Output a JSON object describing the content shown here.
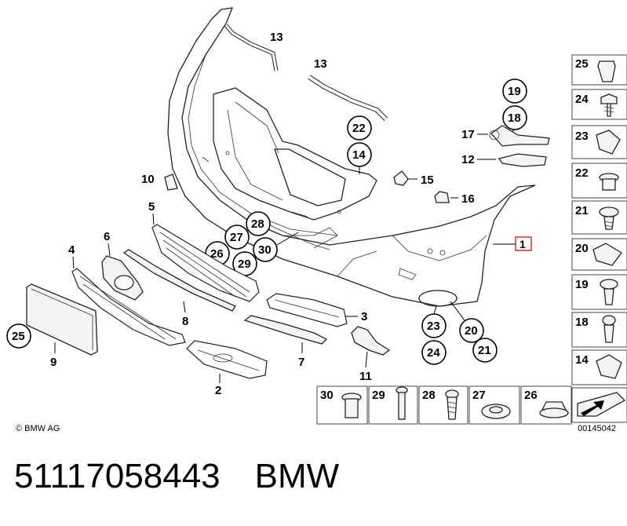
{
  "diagram": {
    "callouts": {
      "c1": "1",
      "c2": "2",
      "c3": "3",
      "c4": "4",
      "c5": "5",
      "c6": "6",
      "c7": "7",
      "c8": "8",
      "c9": "9",
      "c10": "10",
      "c11": "11",
      "c12": "12",
      "c13a": "13",
      "c13b": "13",
      "c14": "14",
      "c15": "15",
      "c16": "16",
      "c17": "17",
      "c18": "18",
      "c19": "19",
      "c20": "20",
      "c21": "21",
      "c22": "22",
      "c23": "23",
      "c24": "24",
      "c25": "25",
      "c26": "26",
      "c27": "27",
      "c28": "28",
      "c29": "29",
      "c30": "30"
    },
    "side_panel": [
      "25",
      "24",
      "23",
      "22",
      "21",
      "20",
      "19",
      "18",
      "14"
    ],
    "bottom_panel": [
      "30",
      "29",
      "28",
      "27",
      "26"
    ],
    "copyright": "© BMW AG",
    "drawing_number": "00145042"
  },
  "caption": {
    "part_number": "51117058443",
    "brand": "BMW"
  },
  "colors": {
    "highlight_box": "#d9302c",
    "line": "#222222"
  }
}
